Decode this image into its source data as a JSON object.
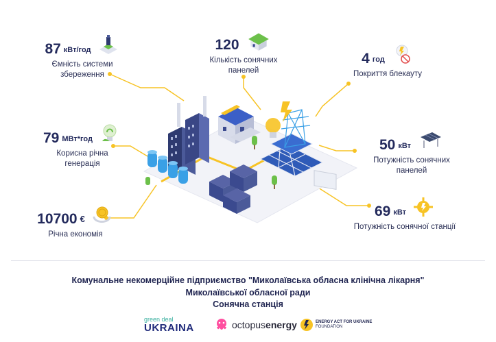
{
  "stats": {
    "storage": {
      "value": "87",
      "unit": "кВт/год",
      "label": "Ємність системи\nзбереження"
    },
    "panels_count": {
      "value": "120",
      "label": "Кількість сонячних\nпанелей"
    },
    "blackout": {
      "value": "4",
      "unit": "год",
      "label": "Покриття блекауту"
    },
    "generation": {
      "value": "79",
      "unit": "МВт*год",
      "label": "Корисна річна\nгенерація"
    },
    "panel_power": {
      "value": "50",
      "unit": "кВт",
      "label": "Потужність сонячних\nпанелей"
    },
    "savings": {
      "value": "10700",
      "unit": "€",
      "label": "Річна економія"
    },
    "station_power": {
      "value": "69",
      "unit": "кВт",
      "label": "Потужність сонячної станції"
    }
  },
  "footer": {
    "line1": "Комунальне некомерційне підприємство \"Миколаївська обласна клінічна лікарня\"",
    "line2": "Миколаївської обласної ради",
    "line3": "Сонячна станція"
  },
  "logos": {
    "green_deal_small": "green deal",
    "green_deal_big": "UKRAINA",
    "octopus_regular": "octopus",
    "octopus_bold": "energy",
    "energy_act_line1": "ENERGY ACT FOR UKRAINE",
    "energy_act_line2": "FOUNDATION"
  },
  "colors": {
    "accent_yellow": "#f7c325",
    "navy": "#232a5c",
    "panel_blue": "#2f5bb8",
    "building_navy": "#3b4a8f",
    "battery_blue": "#3aa0e6",
    "green": "#6cc04a"
  }
}
